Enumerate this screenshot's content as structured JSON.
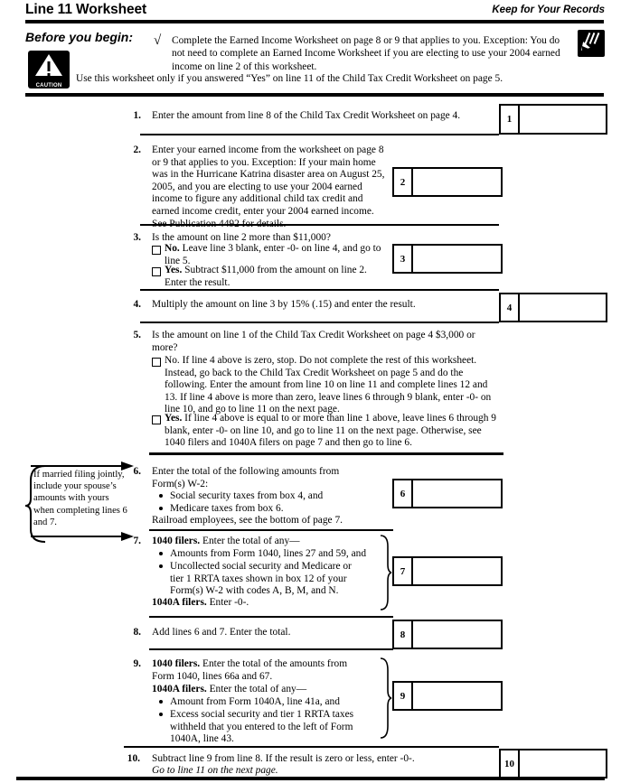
{
  "header": {
    "title": "Line 11 Worksheet",
    "keep_note": "Keep for Your Records",
    "records_icon": "pencil-records-icon"
  },
  "before_you_begin": {
    "label": "Before you begin:",
    "check_glyph": "√",
    "caution_icon_word": "CAUTION",
    "bullet1": "Complete the Earned Income Worksheet on page 8 or 9 that applies to you. Exception: You do not need to complete an Earned Income Worksheet if you are electing to use your 2004 earned income on line 2 of this worksheet.",
    "bullet2": "Use this worksheet only if you answered “Yes” on line 11 of the Child Tax Credit Worksheet on page 5."
  },
  "callout": {
    "text": "If married filing jointly, include your spouse’s amounts with yours when completing lines 6 and 7."
  },
  "lines": [
    {
      "num": "1.",
      "box_label": "1",
      "text": "Enter the amount from line 8 of the Child Tax Credit Worksheet on page 4."
    },
    {
      "num": "2.",
      "box_label": "2",
      "text": "Enter your earned income from the worksheet on page 8 or 9 that applies to you. Exception: If your main home was in the Hurricane Katrina disaster area on August 25, 2005, and you are electing to use your 2004 earned income to figure any additional child tax credit and earned income credit, enter your 2004 earned income. See Publication 4492 for details."
    },
    {
      "num": "3.",
      "box_label": "3",
      "question": "Is the amount on line 2 more than $11,000?",
      "choices": [
        {
          "key": "No.",
          "text": "Leave line 3 blank, enter -0- on line 4, and go to line 5."
        },
        {
          "key": "Yes.",
          "text": "Subtract $11,000 from the amount on line 2. Enter the result."
        }
      ]
    },
    {
      "num": "4.",
      "box_label": "4",
      "text": "Multiply the amount on line 3 by 15% (.15) and enter the result."
    },
    {
      "num": "5.",
      "box_label": "",
      "question": "Is the amount on line 1 of the Child Tax Credit Worksheet on page 4 $3,000 or more?",
      "choices": [
        {
          "key": "No.",
          "text": "If line 4 above is zero, stop. Do not complete the rest of this worksheet. Instead, go back to the Child Tax Credit Worksheet on page 5 and do the following. Enter the amount from line 10 on line 11 and complete lines 12 and 13. If line 4 above is more than zero, leave lines 6 through 9 blank, enter -0- on line 10, and go to line 11 on the next page."
        },
        {
          "key": "Yes.",
          "text": "If line 4 above is equal to or more than line 1 above, leave lines 6 through 9 blank, enter -0- on line 10, and go to line 11 on the next page. Otherwise, see 1040 filers and 1040A filers on page 7 and then go to line 6."
        }
      ]
    },
    {
      "num": "6.",
      "box_label": "6",
      "intro": "Enter the total of the following amounts from Form(s) W-2:",
      "bullets": [
        "Social security taxes from box 4, and",
        "Medicare taxes from box 6."
      ],
      "footer": "Railroad employees, see the bottom of page 7."
    },
    {
      "num": "7.",
      "box_label": "7",
      "intro_bold": "1040 filers.",
      "intro_rest": " Enter the total of any—",
      "bullets": [
        "Amounts from Form 1040, lines 27 and 59, and",
        "Uncollected social security and Medicare or tier 1 RRTA taxes shown in box 12 of your Form(s) W-2 with codes A, B, M, and N."
      ],
      "footer_bold": "1040A filers.",
      "footer_rest": " Enter -0-."
    },
    {
      "num": "8.",
      "box_label": "8",
      "text": "Add lines 6 and 7. Enter the total."
    },
    {
      "num": "9.",
      "box_label": "9",
      "intro_bold": "1040 filers.",
      "intro_rest": " Enter the total of the amounts from Form 1040, lines 66a and 67.",
      "second_bold": "1040A filers.",
      "second_rest": " Enter the total of any—",
      "bullets": [
        "Amount from Form 1040A, line 41a, and",
        "Excess social security and tier 1 RRTA taxes withheld that you entered to the left of Form 1040A, line 43."
      ]
    },
    {
      "num": "10.",
      "box_label": "10",
      "text": "Subtract line 9 from line 8. If the result is zero or less, enter -0-.",
      "italic_note": "Go to line 11 on the next page."
    }
  ]
}
